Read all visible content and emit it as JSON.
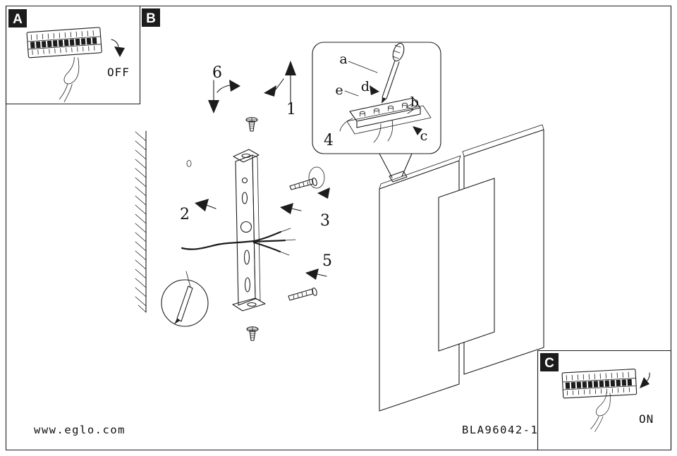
{
  "document": {
    "brand_url": "www.eglo.com",
    "model_code": "BLA96042-1"
  },
  "sections": {
    "a": {
      "label": "A",
      "switch_state": "OFF"
    },
    "b": {
      "label": "B"
    },
    "c": {
      "label": "C",
      "switch_state": "ON"
    }
  },
  "steps": {
    "n1": "1",
    "n2": "2",
    "n3": "3",
    "n4": "4",
    "n5": "5",
    "n6": "6"
  },
  "wiring_detail": {
    "t_a": "a",
    "t_b": "b",
    "t_c": "c",
    "t_d": "d",
    "t_e": "e"
  },
  "colors": {
    "ink": "#1c1c1c",
    "paper": "#ffffff"
  }
}
